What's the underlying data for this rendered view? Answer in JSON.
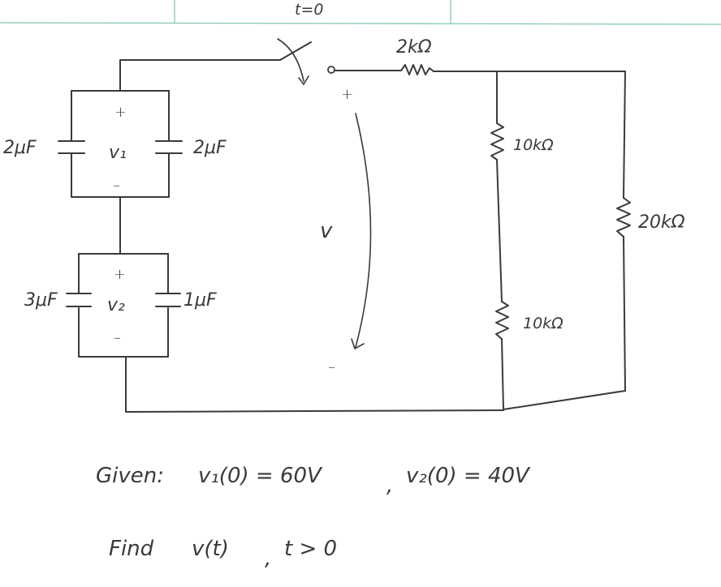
{
  "switch": {
    "label": "t=0"
  },
  "resistors": {
    "series": "2kΩ",
    "upper": "10kΩ",
    "lower": "10kΩ",
    "right": "20kΩ"
  },
  "capacitors": {
    "top_left": "2μF",
    "top_right": "2μF",
    "bottom_left": "3μF",
    "bottom_right": "1μF"
  },
  "voltages": {
    "v1": "v₁",
    "v2": "v₂",
    "v": "v",
    "plus": "+",
    "minus": "–"
  },
  "given": {
    "label": "Given:",
    "v1_init": "v₁(0) = 60V",
    "separator": ",",
    "v2_init": "v₂(0) = 40V"
  },
  "find": {
    "label": "Find",
    "expr": "v(t)",
    "separator": ",",
    "condition": "t > 0"
  },
  "colors": {
    "ink": "#3a3a3a",
    "paper": "#ffffff",
    "grid": "#7cc6a6"
  }
}
